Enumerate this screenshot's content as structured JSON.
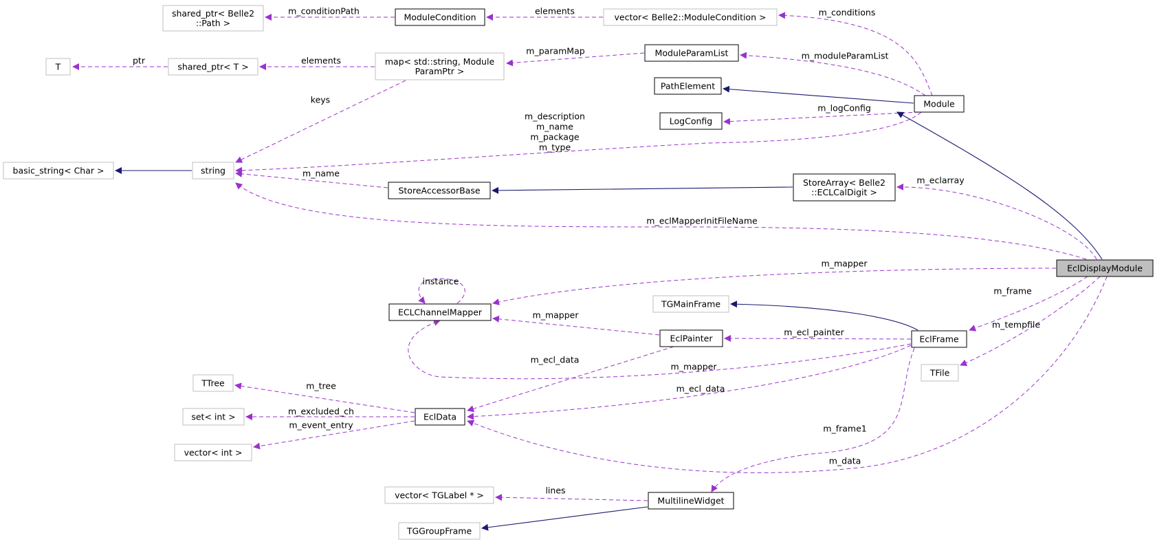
{
  "nodes": {
    "shared_ptr_path": [
      "shared_ptr< Belle2",
      "::Path >"
    ],
    "module_condition": [
      "ModuleCondition"
    ],
    "vector_module_condition": [
      "vector< Belle2::ModuleCondition >"
    ],
    "t": [
      "T"
    ],
    "shared_ptr_t": [
      "shared_ptr< T >"
    ],
    "map_param": [
      "map< std::string, Module",
      "ParamPtr >"
    ],
    "module_param_list": [
      "ModuleParamList"
    ],
    "path_element": [
      "PathElement"
    ],
    "module": [
      "Module"
    ],
    "log_config": [
      "LogConfig"
    ],
    "basic_string": [
      "basic_string< Char >"
    ],
    "string": [
      "string"
    ],
    "store_accessor_base": [
      "StoreAccessorBase"
    ],
    "store_array": [
      "StoreArray< Belle2",
      "::ECLCalDigit >"
    ],
    "ecl_display_module": [
      "EclDisplayModule"
    ],
    "tg_main_frame": [
      "TGMainFrame"
    ],
    "ecl_channel_mapper": [
      "ECLChannelMapper"
    ],
    "ecl_painter": [
      "EclPainter"
    ],
    "ecl_frame": [
      "EclFrame"
    ],
    "tfile": [
      "TFile"
    ],
    "ttree": [
      "TTree"
    ],
    "set_int": [
      "set< int >"
    ],
    "ecl_data": [
      "EclData"
    ],
    "vector_int": [
      "vector< int >"
    ],
    "vector_tglabel": [
      "vector< TGLabel * >"
    ],
    "multiline_widget": [
      "MultilineWidget"
    ],
    "tg_group_frame": [
      "TGGroupFrame"
    ]
  },
  "edge_labels": {
    "m_conditionPath": [
      "m_conditionPath"
    ],
    "elements_conditions": [
      "elements"
    ],
    "m_conditions": [
      "m_conditions"
    ],
    "ptr": [
      "ptr"
    ],
    "elements_param": [
      "elements"
    ],
    "m_paramMap": [
      "m_paramMap"
    ],
    "m_moduleParamList": [
      "m_moduleParamList"
    ],
    "keys": [
      "keys"
    ],
    "m_description": [
      "m_description",
      "m_name",
      "m_package",
      "m_type"
    ],
    "m_logConfig": [
      "m_logConfig"
    ],
    "m_name": [
      "m_name"
    ],
    "m_eclarray": [
      "m_eclarray"
    ],
    "m_eclMapperInitFileName": [
      "m_eclMapperInitFileName"
    ],
    "m_mapper_main": [
      "m_mapper"
    ],
    "instance": [
      "instance"
    ],
    "m_frame": [
      "m_frame"
    ],
    "m_mapper_painter": [
      "m_mapper"
    ],
    "m_ecl_painter": [
      "m_ecl_painter"
    ],
    "m_tempfile": [
      "m_tempfile"
    ],
    "m_ecl_data_painter": [
      "m_ecl_data"
    ],
    "m_mapper_frame": [
      "m_mapper"
    ],
    "m_tree": [
      "m_tree"
    ],
    "m_ecl_data_frame": [
      "m_ecl_data"
    ],
    "m_excluded_ch": [
      "m_excluded_ch"
    ],
    "m_event_entry": [
      "m_event_entry"
    ],
    "m_frame1": [
      "m_frame1"
    ],
    "m_data": [
      "m_data"
    ],
    "lines": [
      "lines"
    ]
  },
  "colors": {
    "usage_edge": "#9a32cd",
    "inheritance_edge": "#191970",
    "selected_fill": "#bfbfbf",
    "external_border": "#bfbfbf"
  }
}
